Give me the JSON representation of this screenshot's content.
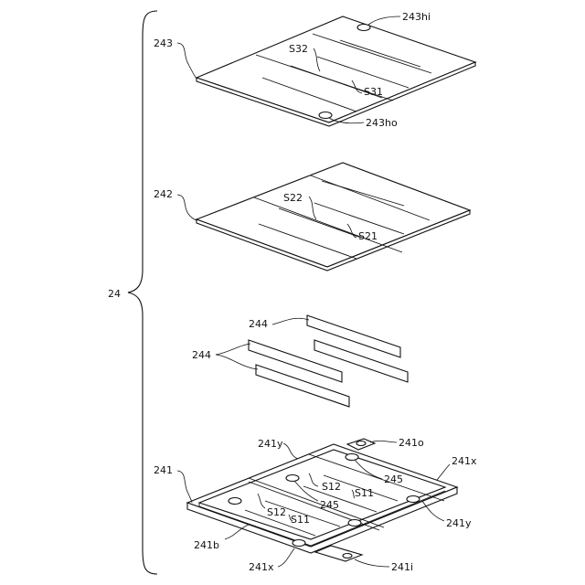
{
  "labels": {
    "assembly": "24",
    "top_plate": "243",
    "top_hole_in": "243hi",
    "top_hole_out": "243ho",
    "top_s32": "S32",
    "top_s31": "S31",
    "mid_plate": "242",
    "mid_s22": "S22",
    "mid_s21": "S21",
    "spacer_a": "244",
    "spacer_b": "244",
    "base_plate": "241",
    "base_241y_top": "241y",
    "base_241o": "241o",
    "base_241x_right": "241x",
    "base_245_right": "245",
    "base_s12_right": "S12",
    "base_s11_right": "S11",
    "base_s12_left": "S12",
    "base_245_left": "245",
    "base_s11_left": "S11",
    "base_241y_right": "241y",
    "base_241b": "241b",
    "base_241x_bottom": "241x",
    "base_241i": "241i"
  }
}
